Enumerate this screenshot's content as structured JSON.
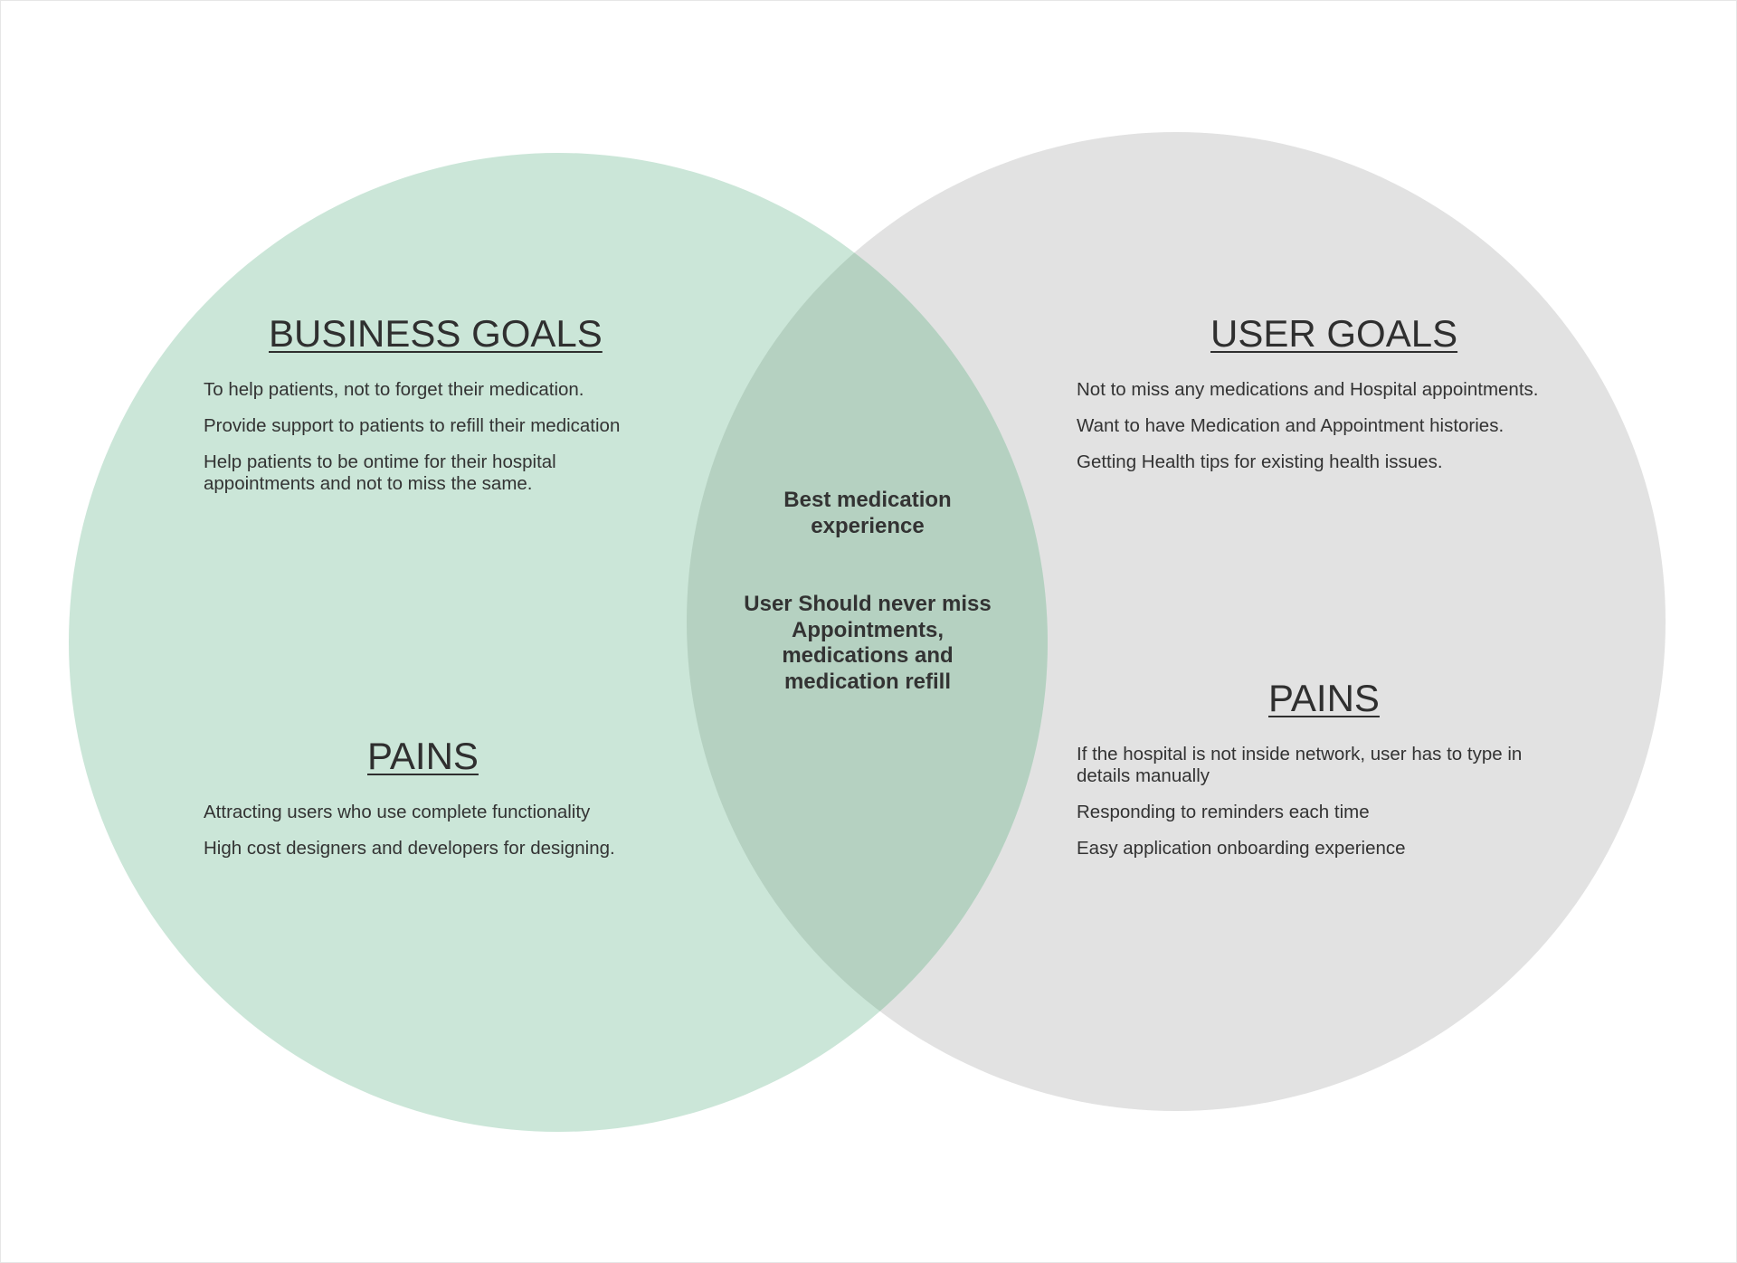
{
  "colors": {
    "left_circle": "#cbe6d8",
    "right_circle": "#e2e2e2",
    "overlap": "#b5d1c1",
    "text": "#333333"
  },
  "left": {
    "goals_title": "BUSINESS GOALS",
    "goals": [
      "To help patients, not to forget their medication.",
      "Provide support to patients to refill their medication",
      "Help patients to be ontime for their hospital appointments and not to miss the same."
    ],
    "pains_title": "PAINS",
    "pains": [
      "Attracting users who use complete functionality",
      "High cost designers and developers for designing."
    ]
  },
  "right": {
    "goals_title": "USER GOALS",
    "goals": [
      "Not to miss any medications and Hospital appointments.",
      "Want to have Medication and Appointment histories.",
      "Getting Health tips for existing health issues."
    ],
    "pains_title": "PAINS",
    "pains": [
      "If the hospital is not inside network, user has to type in details manually",
      "Responding to reminders each time",
      "Easy application onboarding experience"
    ]
  },
  "overlap": {
    "line1": "Best medication experience",
    "line2": "User Should never miss Appointments, medications and medication refill"
  }
}
